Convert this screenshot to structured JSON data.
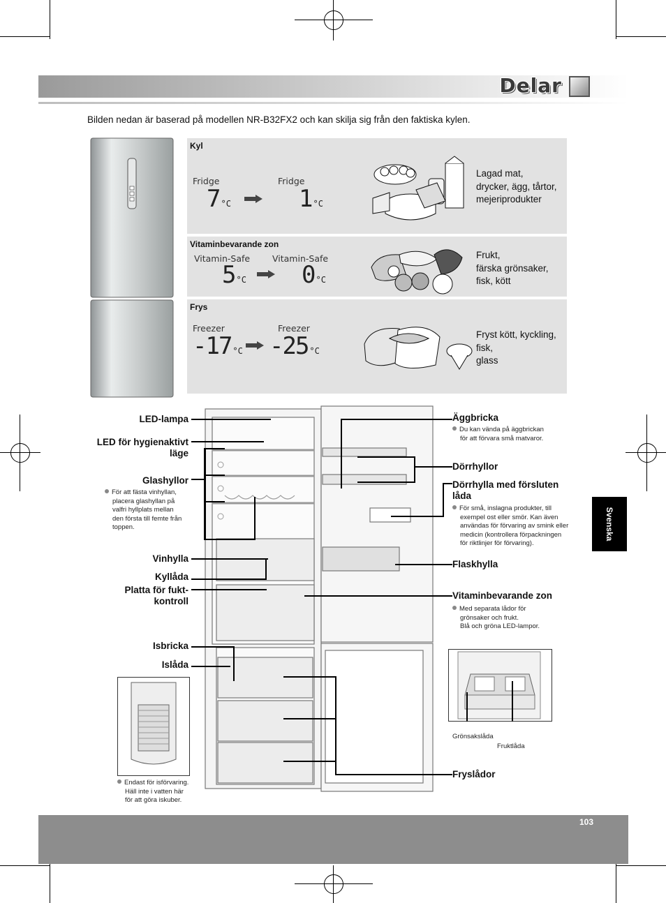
{
  "header": {
    "title": "Delar"
  },
  "intro": "Bilden nedan är baserad på modellen NR-B32FX2 och kan skilja sig från den faktiska kylen.",
  "zones": [
    {
      "name": "Kyl",
      "display_label": "Fridge",
      "from": "7",
      "to": "1",
      "unit": "°C",
      "foods": [
        "Lagad mat,",
        "drycker, ägg, tårtor,",
        "mejeriprodukter"
      ]
    },
    {
      "name": "Vitaminbevarande zon",
      "display_label": "Vitamin-Safe",
      "from": "5",
      "to": "0",
      "unit": "°C",
      "foods": [
        "Frukt,",
        "färska grönsaker,",
        "fisk, kött"
      ]
    },
    {
      "name": "Frys",
      "display_label": "Freezer",
      "from": "-17",
      "to": "-25",
      "unit": "°C",
      "foods": [
        "Fryst kött, kyckling,",
        "fisk,",
        "glass"
      ]
    }
  ],
  "left_labels": {
    "led_lampa": "LED-lampa",
    "led_hyg": [
      "LED för hygienaktivt",
      "läge"
    ],
    "glashyllor": "Glashyllor",
    "glashyllor_note": [
      "För att fästa vinhyllan,",
      "placera glashyllan på",
      "valfri hyllplats mellan",
      "den första till femte från",
      "toppen."
    ],
    "vinhylla": "Vinhylla",
    "kyllada": "Kyllåda",
    "platta": [
      "Platta för fukt-",
      "kontroll"
    ],
    "isbricka": "Isbricka",
    "islada": "Islåda",
    "islada_note": [
      "Endast för isförvaring.",
      "Häll inte i vatten här",
      "för att göra iskuber."
    ]
  },
  "right_labels": {
    "aggbricka": "Äggbricka",
    "aggbricka_note": [
      "Du kan vända på äggbrickan",
      "för att förvara små matvaror."
    ],
    "dorrhyllor": "Dörrhyllor",
    "dorrhylla_lada": [
      "Dörrhylla med försluten",
      "låda"
    ],
    "dorrhylla_note": [
      "För små, inslagna produkter, till",
      "exempel ost eller smör. Kan även",
      "användas för förvaring av smink eller",
      "medicin (kontrollera förpackningen",
      "för riktlinjer för förvaring)."
    ],
    "flaskhylla": "Flaskhylla",
    "vitamin_zon": "Vitaminbevarande zon",
    "vitamin_note": [
      "Med separata lådor för",
      "grönsaker och frukt.",
      "Blå och gröna LED-lampor."
    ],
    "gronsakslada": "Grönsakslåda",
    "fruktlada": "Fruktlåda",
    "fryslador": "Fryslådor"
  },
  "side_tab": "Svenska",
  "page_number": "103"
}
